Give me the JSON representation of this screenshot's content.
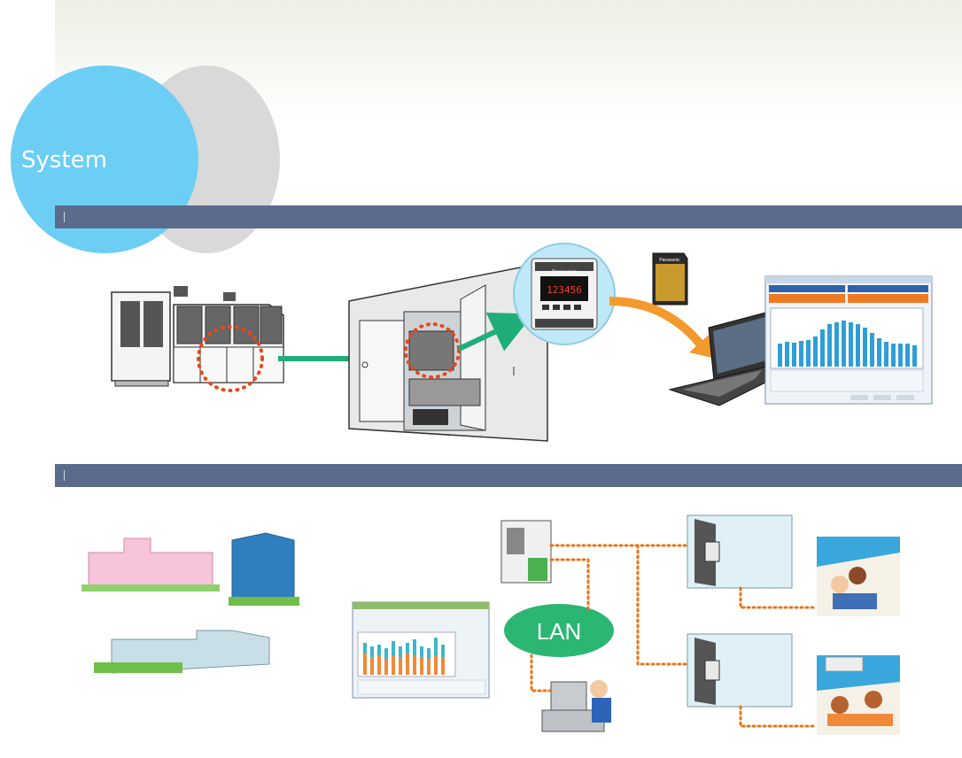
{
  "page": {
    "title": "System"
  },
  "sections": [
    {
      "label": ""
    },
    {
      "label": ""
    }
  ],
  "diagram_top": {
    "sd_card_label": "Panasonic",
    "meter_display": "123456",
    "meter_brand": "Panasonic"
  },
  "diagram_bottom": {
    "lan_label": "LAN"
  },
  "colors": {
    "accent_blue": "#6ccef4",
    "section_bar": "#5c6a8c",
    "arrow_green": "#1fae7a",
    "arrow_orange": "#f39a2e",
    "dotted_orange": "#e8751a",
    "lan_green": "#2bb673"
  }
}
